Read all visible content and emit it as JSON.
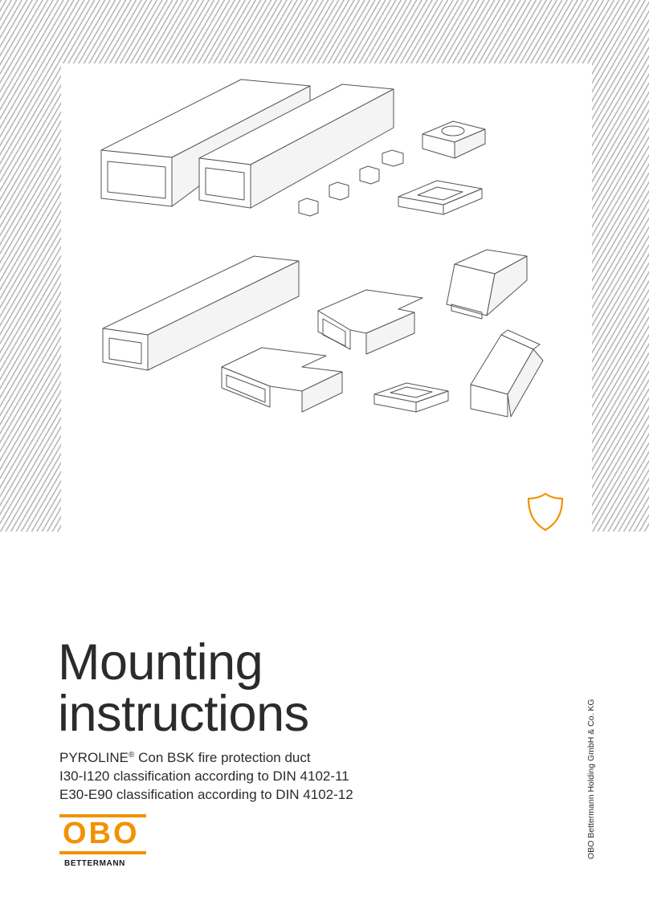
{
  "title": {
    "line1": "Mounting",
    "line2": "instructions"
  },
  "subtitle": {
    "product": "PYROLINE",
    "reg": "®",
    "product_rest": " Con BSK fire protection duct",
    "line2": "I30-I120 classification according to DIN 4102-11",
    "line3": "E30-E90 classification according to DIN 4102-12"
  },
  "logo": {
    "brand": "OBO",
    "company": "BETTERMANN"
  },
  "side_text": "OBO Bettermann Holding GmbH & Co. KG",
  "colors": {
    "accent": "#f29200",
    "hatch": "#b8b8b8",
    "text": "#2b2b2b",
    "line_art": "#555555"
  },
  "icons": {
    "shield": "shield-icon"
  }
}
